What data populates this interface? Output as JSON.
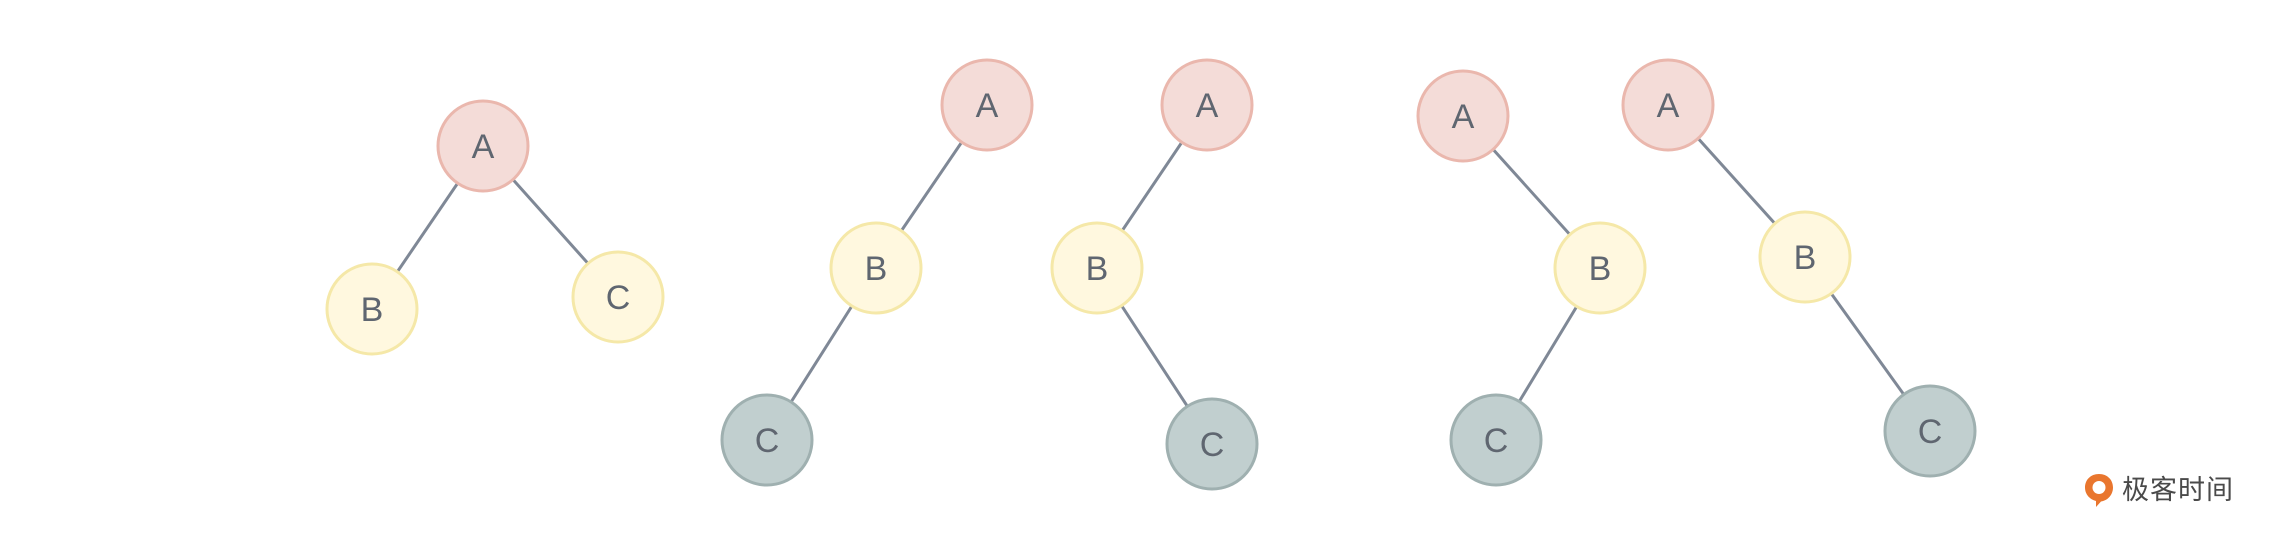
{
  "colors": {
    "node_a_fill": "#f4dcd8",
    "node_a_stroke": "#eab7ad",
    "node_b_fill": "#fff8df",
    "node_b_stroke": "#f5e8a8",
    "node_c_fill": "#c1cfcf",
    "node_c_stroke": "#9fb0b0",
    "edge": "#7f8896",
    "logo_orange": "#e9762e",
    "watermark_text": "#4a4a4a"
  },
  "trees": [
    {
      "nodes": [
        {
          "id": "A",
          "label": "A",
          "kind": "a"
        },
        {
          "id": "B",
          "label": "B",
          "kind": "b"
        },
        {
          "id": "C",
          "label": "C",
          "kind": "b"
        }
      ],
      "edges": [
        [
          "A",
          "B"
        ],
        [
          "A",
          "C"
        ]
      ]
    },
    {
      "nodes": [
        {
          "id": "A",
          "label": "A",
          "kind": "a"
        },
        {
          "id": "B",
          "label": "B",
          "kind": "b"
        },
        {
          "id": "C",
          "label": "C",
          "kind": "c"
        }
      ],
      "edges": [
        [
          "A",
          "B"
        ],
        [
          "B",
          "C"
        ]
      ]
    },
    {
      "nodes": [
        {
          "id": "A",
          "label": "A",
          "kind": "a"
        },
        {
          "id": "B",
          "label": "B",
          "kind": "b"
        },
        {
          "id": "C",
          "label": "C",
          "kind": "c"
        }
      ],
      "edges": [
        [
          "A",
          "B"
        ],
        [
          "B",
          "C"
        ]
      ]
    },
    {
      "nodes": [
        {
          "id": "A",
          "label": "A",
          "kind": "a"
        },
        {
          "id": "B",
          "label": "B",
          "kind": "b"
        },
        {
          "id": "C",
          "label": "C",
          "kind": "c"
        }
      ],
      "edges": [
        [
          "A",
          "B"
        ],
        [
          "B",
          "C"
        ]
      ]
    },
    {
      "nodes": [
        {
          "id": "A",
          "label": "A",
          "kind": "a"
        },
        {
          "id": "B",
          "label": "B",
          "kind": "b"
        },
        {
          "id": "C",
          "label": "C",
          "kind": "c"
        }
      ],
      "edges": [
        [
          "A",
          "B"
        ],
        [
          "B",
          "C"
        ]
      ]
    }
  ],
  "watermark": {
    "text": "极客时间",
    "icon": "geektime-logo-icon"
  }
}
